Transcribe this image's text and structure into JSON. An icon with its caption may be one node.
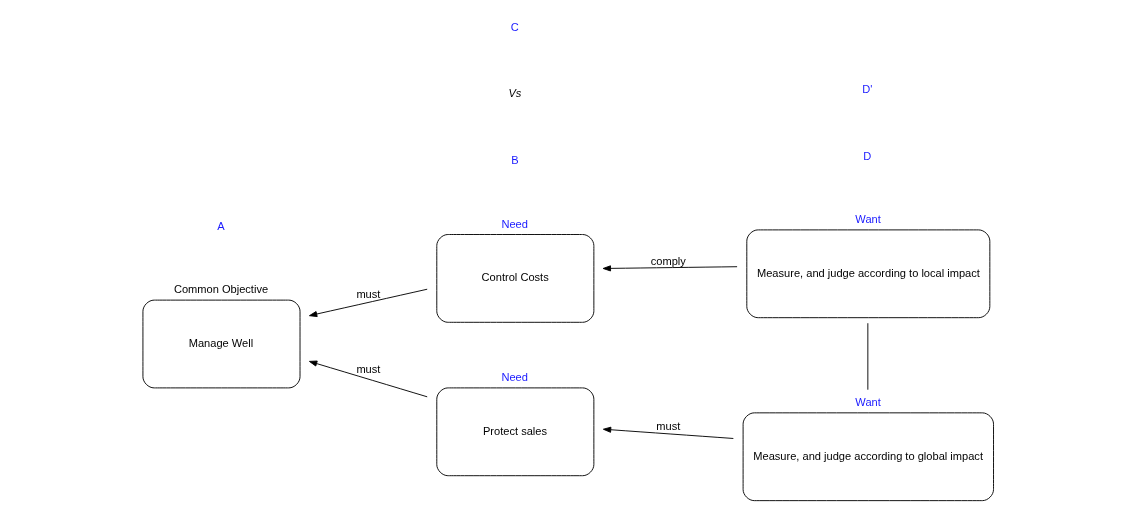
{
  "diagram": {
    "nodes": [
      {
        "text": [
          "Common Objective",
          "Manage Well"
        ]
      },
      {
        "text": [
          "Need",
          "Control Costs"
        ]
      },
      {
        "text": [
          "Need",
          "Protect sales"
        ]
      },
      {
        "text": [
          "Want",
          "Measure, and judge according to local impact"
        ]
      },
      {
        "text": [
          "Want",
          "Measure, and judge according to global impact"
        ]
      }
    ],
    "edges": [
      {
        "from": 1,
        "to": 0,
        "arrow": "to",
        "label": "must"
      },
      {
        "from": 2,
        "to": 0,
        "arrow": "to",
        "label": "must"
      },
      {
        "from": 3,
        "to": 1,
        "arrow": "to",
        "label": "comply"
      },
      {
        "from": 4,
        "to": 2,
        "arrow": "to",
        "label": "must"
      },
      {
        "from": 3,
        "to": 4,
        "arrow": "none"
      }
    ],
    "labels": [
      "B",
      "D",
      "A",
      "Vs",
      "C",
      "D'"
    ]
  }
}
